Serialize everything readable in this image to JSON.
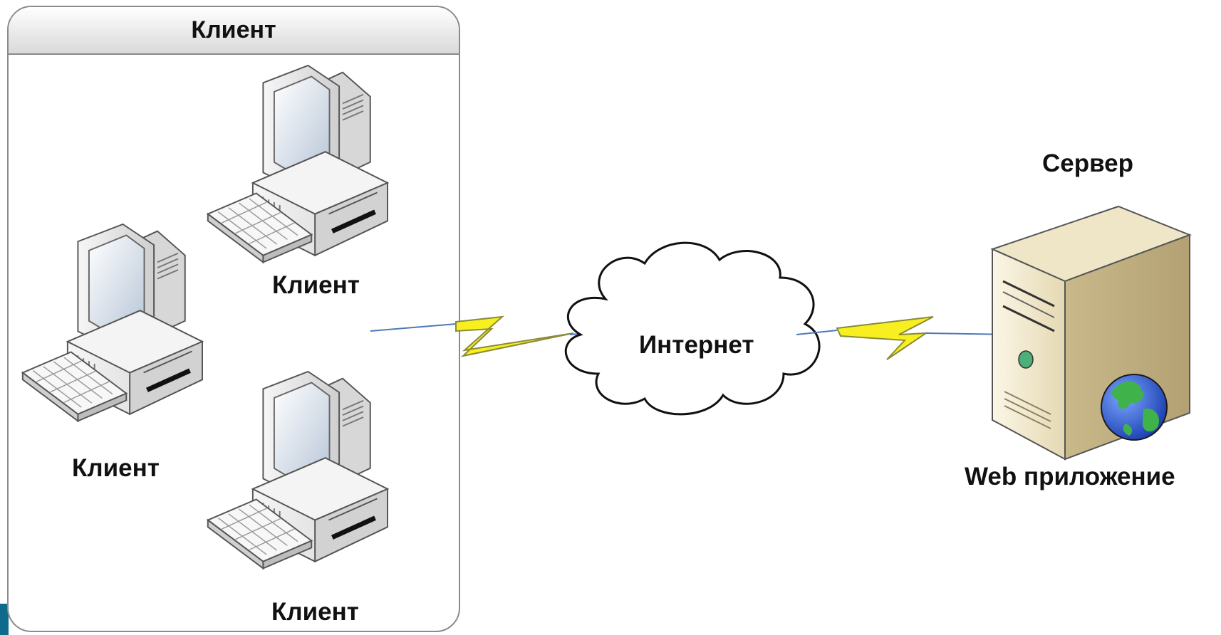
{
  "group": {
    "title": "Клиент"
  },
  "clients": [
    {
      "label": "Клиент"
    },
    {
      "label": "Клиент"
    },
    {
      "label": "Клиент"
    }
  ],
  "network": {
    "label": "Интернет"
  },
  "server": {
    "title": "Сервер",
    "app_label": "Web приложение"
  },
  "colors": {
    "lightning": "#f7ef1f",
    "link": "#4d79b8",
    "tab": "#0e6b8c"
  }
}
